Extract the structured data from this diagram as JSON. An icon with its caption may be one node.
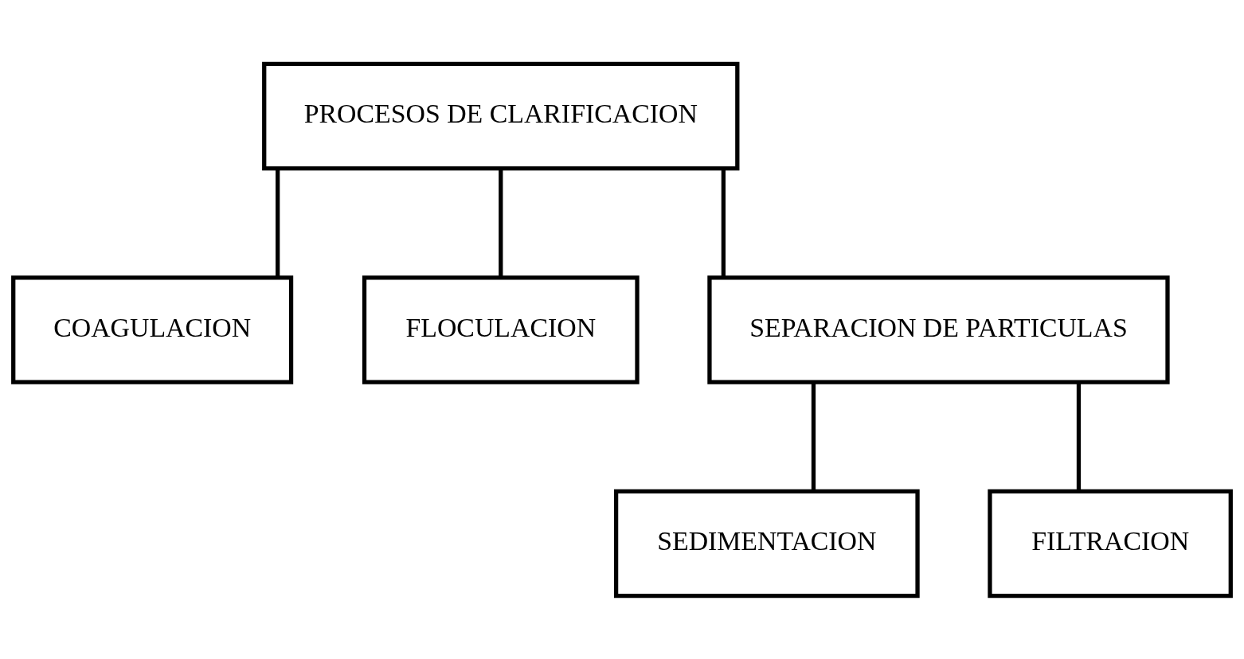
{
  "diagram": {
    "nodes": [
      {
        "text": [
          "PROCESOS DE CLARIFICACION"
        ]
      },
      {
        "text": [
          "COAGULACION"
        ]
      },
      {
        "text": [
          "FLOCULACION"
        ]
      },
      {
        "text": [
          "SEPARACION DE PARTICULAS"
        ]
      },
      {
        "text": [
          "SEDIMENTACION"
        ]
      },
      {
        "text": [
          "FILTRACION"
        ]
      }
    ],
    "edges": [
      {
        "from": 0,
        "to": 1,
        "arrow": "none"
      },
      {
        "from": 0,
        "to": 2,
        "arrow": "none"
      },
      {
        "from": 0,
        "to": 3,
        "arrow": "none"
      },
      {
        "from": 3,
        "to": 4,
        "arrow": "none"
      },
      {
        "from": 3,
        "to": 5,
        "arrow": "none"
      }
    ]
  }
}
